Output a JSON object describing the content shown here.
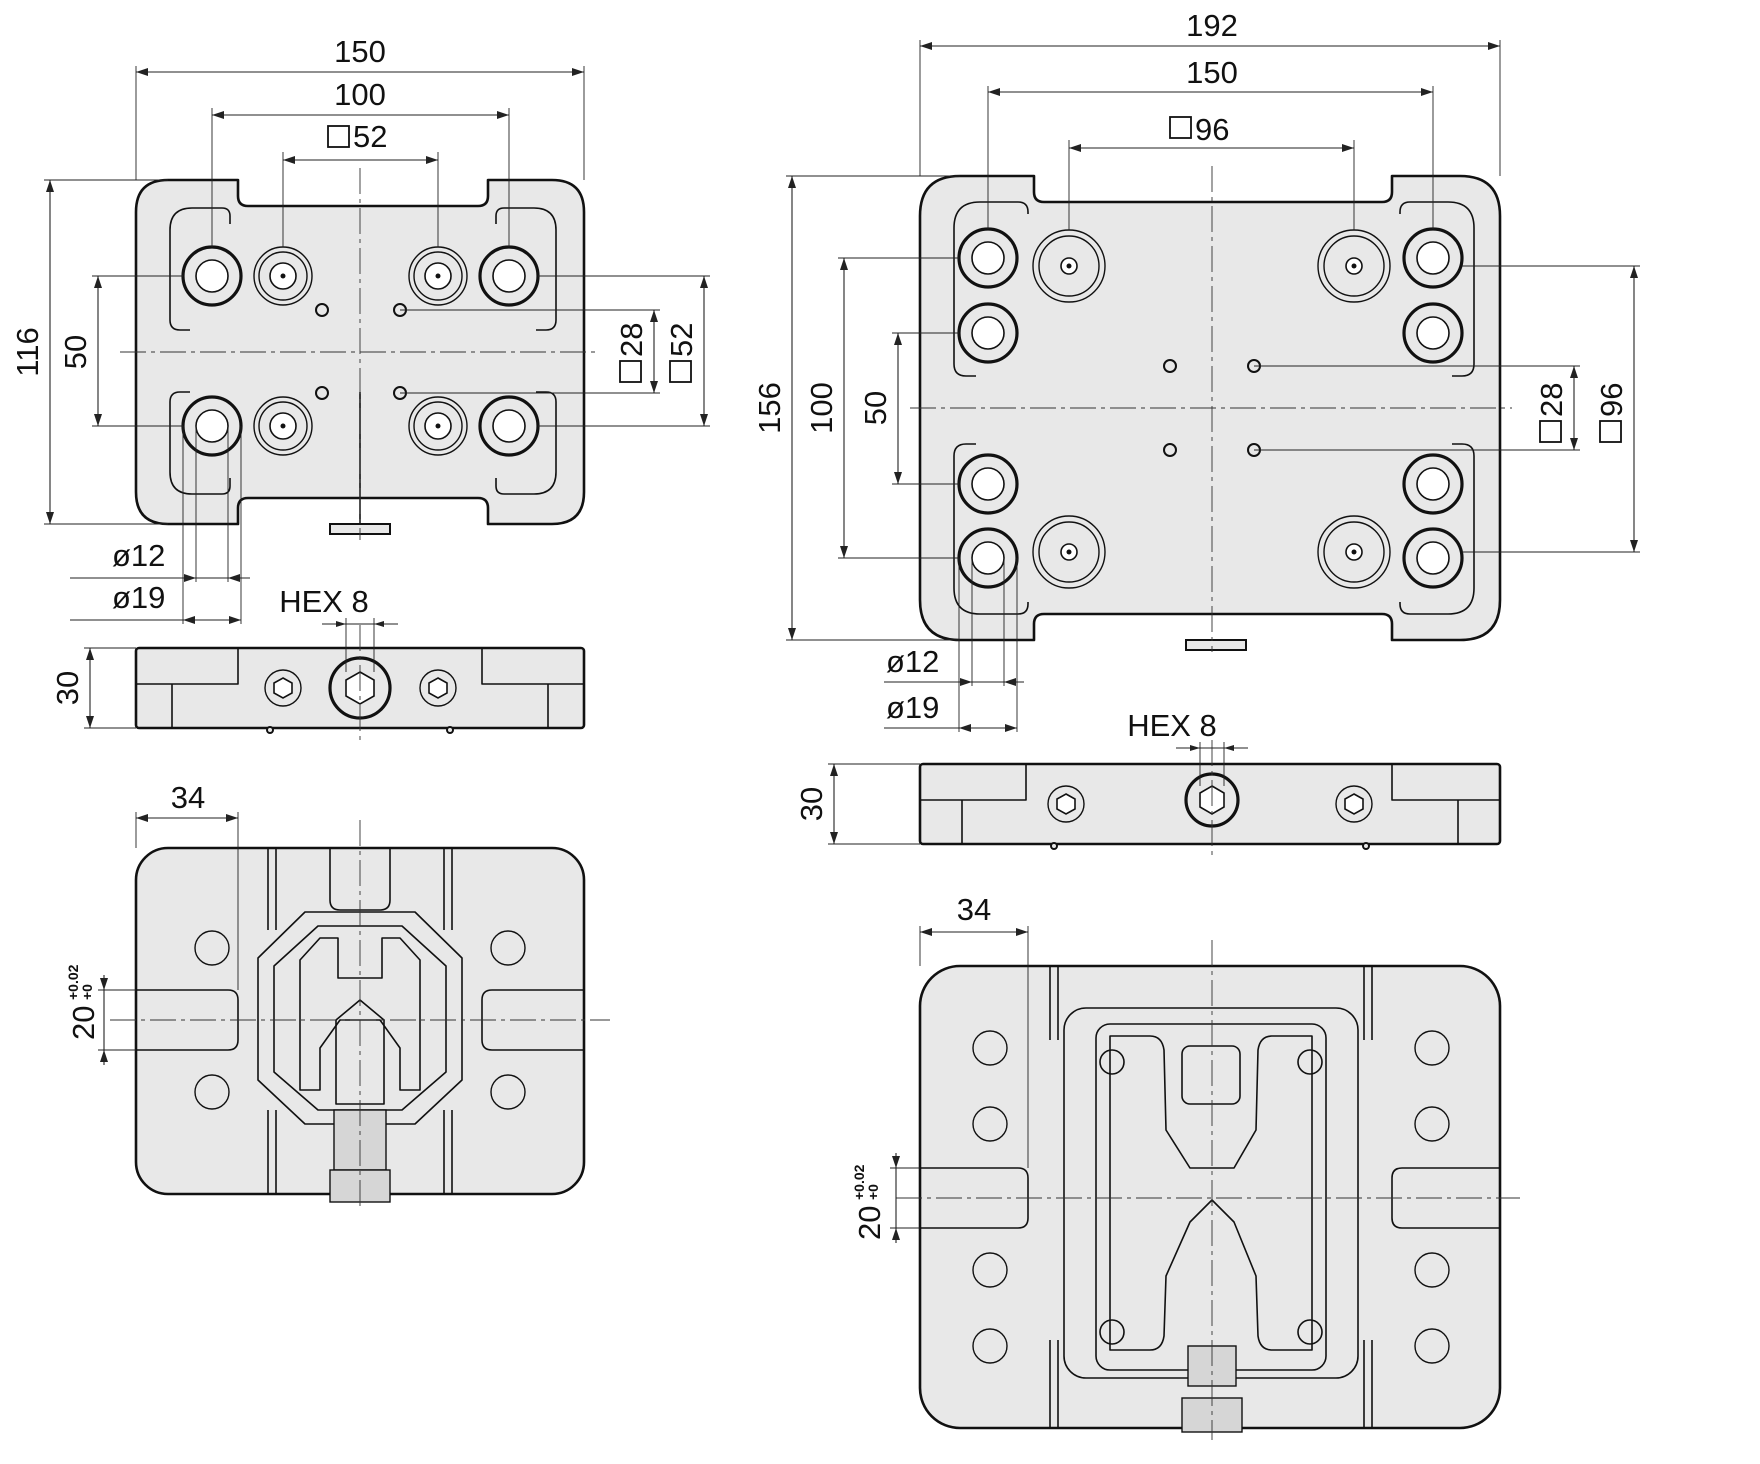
{
  "small_top": {
    "width": "150",
    "pitch": "100",
    "pattern": "52",
    "height": "116",
    "row_spacing": "50",
    "pin_pattern": "28",
    "side_pattern": "52",
    "hole_small": "ø12",
    "hole_large": "ø19"
  },
  "small_side": {
    "thickness": "30",
    "hex": "HEX 8"
  },
  "small_bottom": {
    "slot_offset": "34",
    "slot_width": "20",
    "tol_upper": "+0.02",
    "tol_lower": "+0"
  },
  "large_top": {
    "width": "192",
    "pitch": "150",
    "pattern": "96",
    "height": "156",
    "row_spacing": "100",
    "inner_spacing": "50",
    "pin_pattern": "28",
    "side_pattern": "96",
    "hole_small": "ø12",
    "hole_large": "ø19"
  },
  "large_side": {
    "thickness": "30",
    "hex": "HEX 8"
  },
  "large_bottom": {
    "slot_offset": "34",
    "slot_width": "20",
    "tol_upper": "+0.02",
    "tol_lower": "+0"
  }
}
